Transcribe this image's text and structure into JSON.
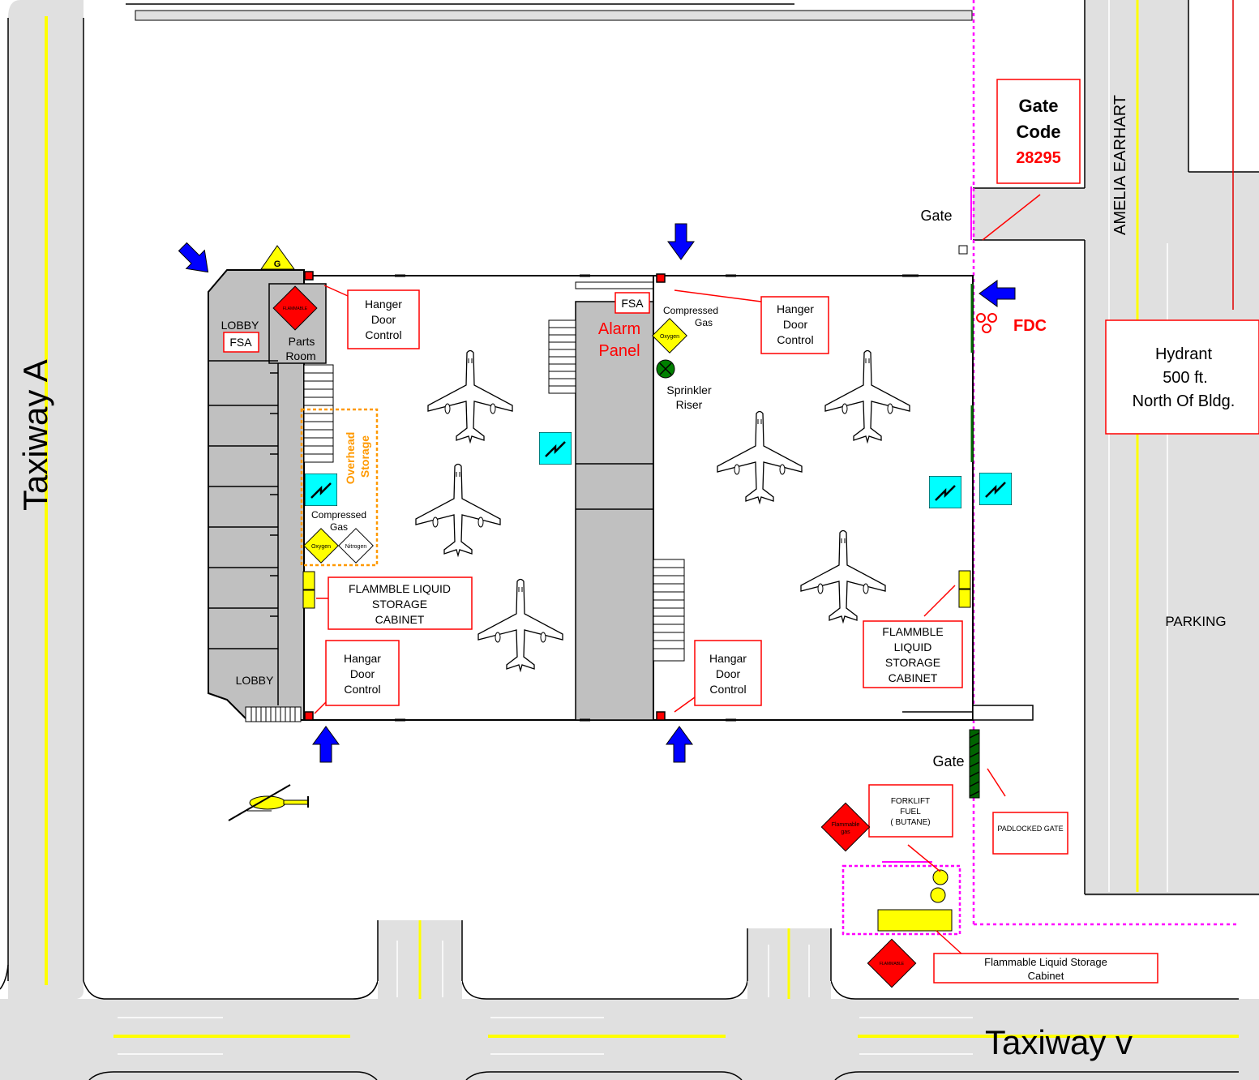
{
  "roads": {
    "taxiway_a": "Taxiway A",
    "taxiway_v": "Taxiway v",
    "amelia_earhart": "AMELIA EARHART",
    "parking": "PARKING"
  },
  "gate_code": {
    "line1": "Gate",
    "line2": "Code",
    "code": "28295"
  },
  "gates": {
    "north": "Gate",
    "south": "Gate",
    "padlocked": "PADLOCKED GATE"
  },
  "hydrant": {
    "line1": "Hydrant",
    "line2": "500  ft.",
    "line3": "North  Of  Bldg."
  },
  "fdc": "FDC",
  "west_building": {
    "lobby_top": "LOBBY",
    "lobby_bottom": "LOBBY",
    "fsa": "FSA",
    "parts_room_1": "Parts",
    "parts_room_2": "Room",
    "hazmat_flammable": "FLAMMABLE",
    "gas_marker": "G",
    "overhead_storage_1": "Overhead",
    "overhead_storage_2": "Storage",
    "compressed_gas_1": "Compressed",
    "compressed_gas_2": "Gas",
    "oxygen": "Oxygen",
    "nitrogen": "Nitrogen"
  },
  "middle": {
    "fsa": "FSA",
    "alarm_panel_1": "Alarm",
    "alarm_panel_2": "Panel",
    "compressed_gas_1": "Compressed",
    "compressed_gas_2": "Gas",
    "oxygen": "Oxygen",
    "sprinkler_riser_1": "Sprinkler",
    "sprinkler_riser_2": "Riser"
  },
  "callouts": {
    "hanger_door_nw": [
      "Hanger",
      "Door",
      "Control"
    ],
    "hanger_door_ne": [
      "Hanger",
      "Door",
      "Control"
    ],
    "hangar_door_sw": [
      "Hangar",
      "Door",
      "Control"
    ],
    "hangar_door_s": [
      "Hangar",
      "Door",
      "Control"
    ],
    "flammable_west": [
      "FLAMMBLE LIQUID",
      "STORAGE",
      "CABINET"
    ],
    "flammable_east": [
      "FLAMMBLE",
      "LIQUID",
      "STORAGE",
      "CABINET"
    ],
    "forklift_fuel": [
      "FORKLIFT",
      "FUEL",
      "( BUTANE)"
    ],
    "flammable_gas": [
      "Flammable",
      "gas"
    ],
    "flammable_diamond": "FLAMMABLE",
    "flammable_cabinet_south": [
      "Flammable Liquid  Storage",
      "Cabinet"
    ]
  },
  "colors": {
    "callout_border": "#ff0000",
    "building_fill": "#c0c0c0",
    "road_fill": "#e0e0e0",
    "center_line": "#ffff00",
    "arrow": "#0000ff",
    "electrical": "#00ffff",
    "hazmat_red": "#ff0000",
    "hazmat_yellow": "#ffff00",
    "magenta_line": "#ff00ff",
    "overhead_storage": "#ff9900",
    "sprinkler": "#008000"
  },
  "icons": [
    "aircraft-icon",
    "helicopter-icon",
    "arrow-icon",
    "electrical-panel-icon",
    "fdc-connection-icon",
    "sprinkler-riser-icon",
    "hazmat-diamond-icon",
    "stairs-icon"
  ]
}
